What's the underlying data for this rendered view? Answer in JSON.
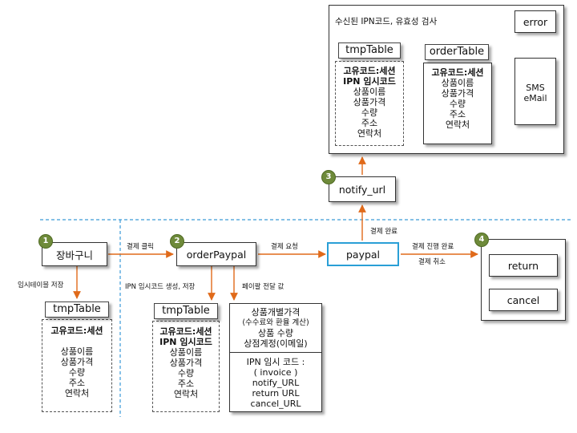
{
  "top": {
    "check_label": "수신된 IPN코드, 유효성 검사",
    "error": "error",
    "tmp_title": "tmpTable",
    "tmp_lines": [
      "고유코드:세션",
      "IPN 임시코드",
      "상품이름",
      "상품가격",
      "수량",
      "주소",
      "연락처"
    ],
    "order_title": "orderTable",
    "order_lines": [
      "고유코드:세션",
      "상품이름",
      "상품가격",
      "수량",
      "주소",
      "연락처"
    ],
    "sms": [
      "SMS",
      "eMail"
    ]
  },
  "notify": {
    "num": "3",
    "label": "notify_url",
    "arrow_label": "결제 완료"
  },
  "cart": {
    "num": "1",
    "label": "장바구니",
    "arrow_label": "임시테이블 저장",
    "tmp_title": "tmpTable",
    "lines": [
      "고유코드:세션",
      "",
      "상품이름",
      "상품가격",
      "수량",
      "주소",
      "연락처"
    ]
  },
  "order_paypal": {
    "num": "2",
    "label": "orderPaypal",
    "in_label": "결제 클릭",
    "left_label": "IPN 임시코드 생성, 저장",
    "right_label": "페이팔 전달 값",
    "tmp_title": "tmpTable",
    "tmp_lines": [
      "고유코드:세션",
      "IPN 임시코드",
      "상품이름",
      "상품가격",
      "수량",
      "주소",
      "연락처"
    ],
    "values_top": [
      "상품개별가격",
      "(수수료와 환율 계산)",
      "상품 수량",
      "상점계정(이메일)"
    ],
    "values_bottom": [
      "IPN 임시 코드 :",
      "( invoice )",
      "notify_URL",
      "return URL",
      "cancel_URL"
    ]
  },
  "paypal": {
    "label": "paypal",
    "in_label": "결제 요청",
    "out_label": "결제 진행 완료",
    "cancel_label": "결제 취소"
  },
  "result": {
    "num": "4",
    "return": "return",
    "cancel": "cancel"
  },
  "colors": {
    "arrow": "#e06a1a",
    "divider": "#3a9ad8",
    "paypal_border": "#2a9fd6",
    "badge": "#6e8a3a"
  }
}
